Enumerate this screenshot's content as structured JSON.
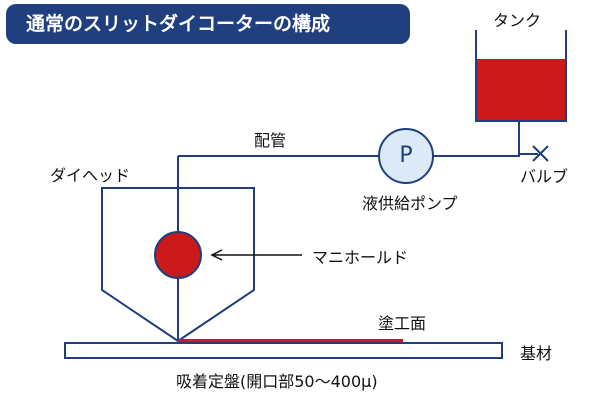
{
  "title": "通常のスリットダイコーターの構成",
  "labels": {
    "tank": "タンク",
    "pipe": "配管",
    "pump_symbol": "P",
    "pump": "液供給ポンプ",
    "valve": "バルブ",
    "die_head": "ダイヘッド",
    "manifold": "マニホールド",
    "coating_surface": "塗工面",
    "substrate": "基材",
    "suction_table": "吸着定盤(開口部50〜400µ)"
  },
  "colors": {
    "title_bg": "#1f3f7f",
    "line": "#1f3f7f",
    "liquid": "#cc1a1a",
    "pump_fill": "#dbeaf6"
  }
}
